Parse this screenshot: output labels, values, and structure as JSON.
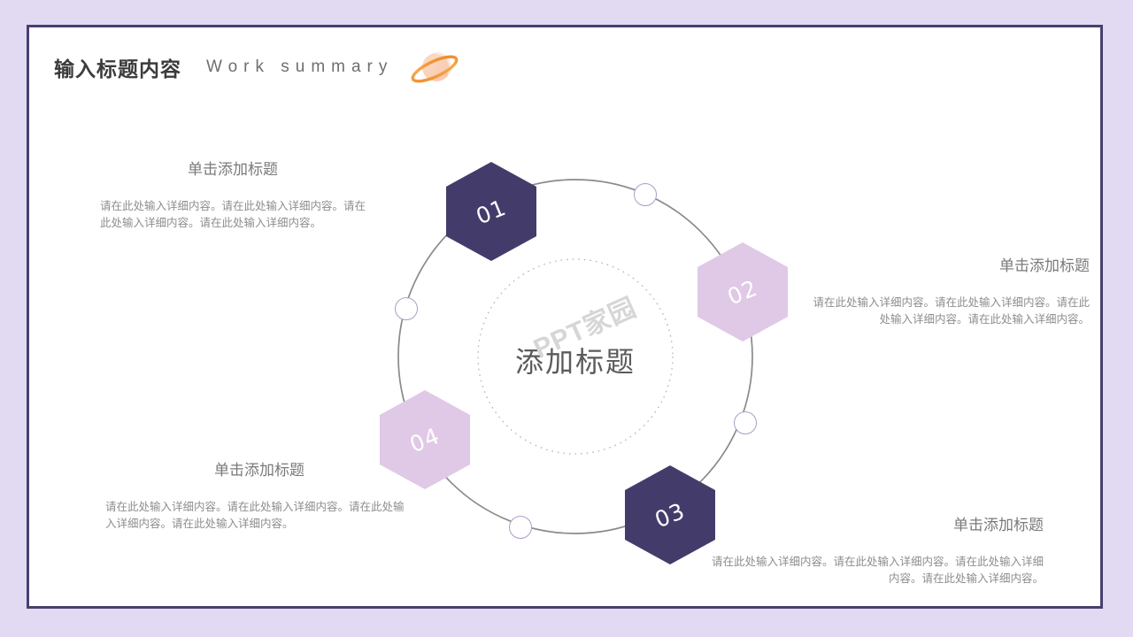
{
  "header": {
    "title_cn": "输入标题内容",
    "title_en": "Work summary",
    "planet_icon": "saturn-planet-icon"
  },
  "diagram": {
    "center_label": "添加标题",
    "watermark": "PPT家园",
    "nodes": [
      {
        "number": "01",
        "color": "#433c6b",
        "style": "dark"
      },
      {
        "number": "02",
        "color": "#dfc9e6",
        "style": "light"
      },
      {
        "number": "03",
        "color": "#433c6b",
        "style": "dark"
      },
      {
        "number": "04",
        "color": "#dfc9e6",
        "style": "light"
      }
    ],
    "ring_color": "#8a8a8a",
    "dot_border_color": "#b09bc9",
    "inner_circle_style": "dotted"
  },
  "blocks": [
    {
      "heading": "单击添加标题",
      "body": "请在此处输入详细内容。请在此处输入详细内容。请在此处输入详细内容。请在此处输入详细内容。"
    },
    {
      "heading": "单击添加标题",
      "body": "请在此处输入详细内容。请在此处输入详细内容。请在此处输入详细内容。请在此处输入详细内容。"
    },
    {
      "heading": "单击添加标题",
      "body": "请在此处输入详细内容。请在此处输入详细内容。请在此处输入详细内容。请在此处输入详细内容。"
    },
    {
      "heading": "单击添加标题",
      "body": "请在此处输入详细内容。请在此处输入详细内容。请在此处输入详细内容。请在此处输入详细内容。"
    }
  ],
  "theme": {
    "page_background": "#e2d9f3",
    "slide_background": "#ffffff",
    "frame_color": "#47406f",
    "accent_dark": "#433c6b",
    "accent_light": "#dfc9e6",
    "text_gray": "#8d8d8d"
  }
}
